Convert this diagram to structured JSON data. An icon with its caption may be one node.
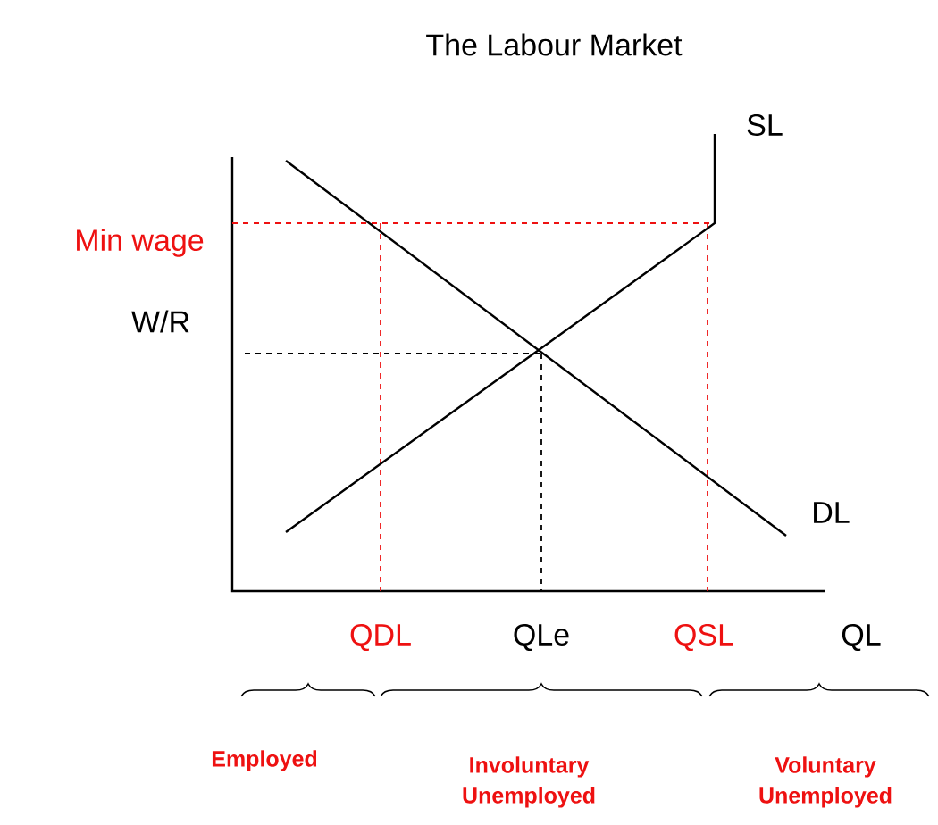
{
  "diagram": {
    "title": "The Labour Market",
    "labels": [
      "SL",
      "Min wage",
      "W/R",
      "DL",
      "QDL",
      "QLe",
      "QSL",
      "QL",
      "Employed",
      "Involuntary Unemployed",
      "Voluntary Unemployed"
    ]
  }
}
